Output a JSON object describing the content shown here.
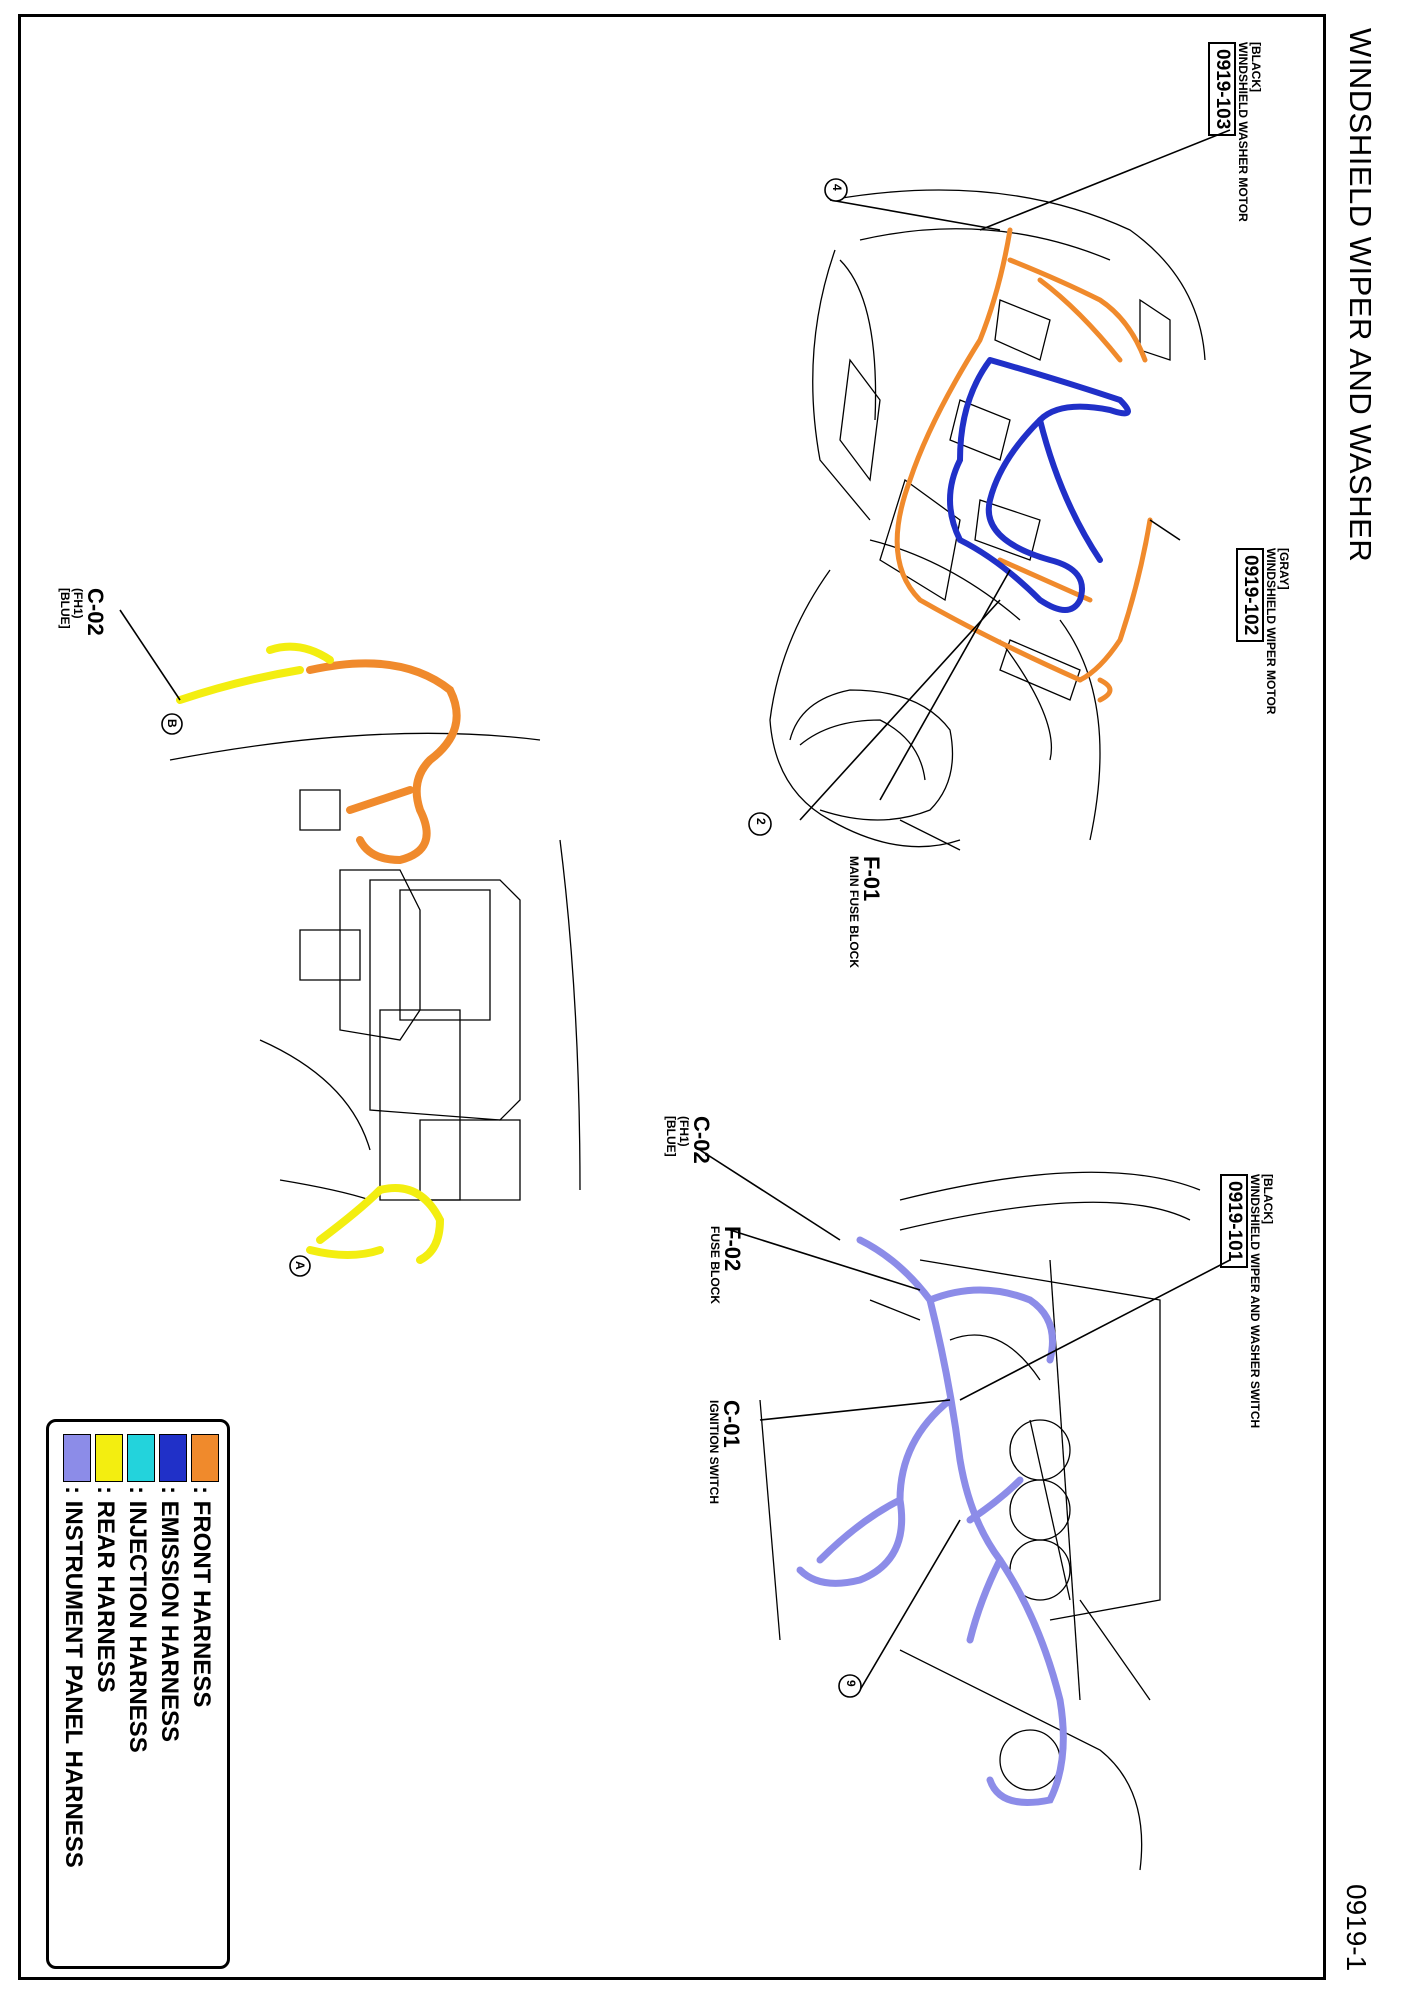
{
  "page": {
    "title": "WINDSHIELD WIPER AND WASHER",
    "page_number": "0919-1"
  },
  "components": [
    {
      "code": "0919-103",
      "name": "WINDSHIELD WASHER MOTOR",
      "color": "[BLACK]"
    },
    {
      "code": "0919-102",
      "name": "WINDSHIELD WIPER MOTOR",
      "color": "[GRAY]"
    },
    {
      "code": "0919-101",
      "name": "WINDSHIELD WIPER AND WASHER SWITCH",
      "color": "[BLACK]"
    }
  ],
  "connectors": [
    {
      "id": "F-01",
      "desc": "MAIN FUSE BLOCK"
    },
    {
      "id": "F-02",
      "desc": "FUSE BLOCK"
    },
    {
      "id": "C-01",
      "desc": "IGNITION SWITCH"
    },
    {
      "id": "C-02",
      "pins": "(FH1)",
      "color": "[BLUE]"
    },
    {
      "id": "C-02",
      "pins": "(FH1)",
      "color": "[BLUE]"
    }
  ],
  "callouts": [
    "4",
    "2",
    "9",
    "B",
    "A"
  ],
  "legend": [
    {
      "label": ": FRONT HARNESS",
      "color": "#f08a2c"
    },
    {
      "label": ": EMISSION HARNESS",
      "color": "#2030c8"
    },
    {
      "label": ": INJECTION HARNESS",
      "color": "#23d3dc"
    },
    {
      "label": ": REAR HARNESS",
      "color": "#f3ee10"
    },
    {
      "label": ": INSTRUMENT PANEL HARNESS",
      "color": "#8c8ce8"
    }
  ],
  "colors": {
    "front": "#f08a2c",
    "emission": "#2030c8",
    "injection": "#23d3dc",
    "rear": "#f3ee10",
    "instrument": "#8c8ce8"
  }
}
